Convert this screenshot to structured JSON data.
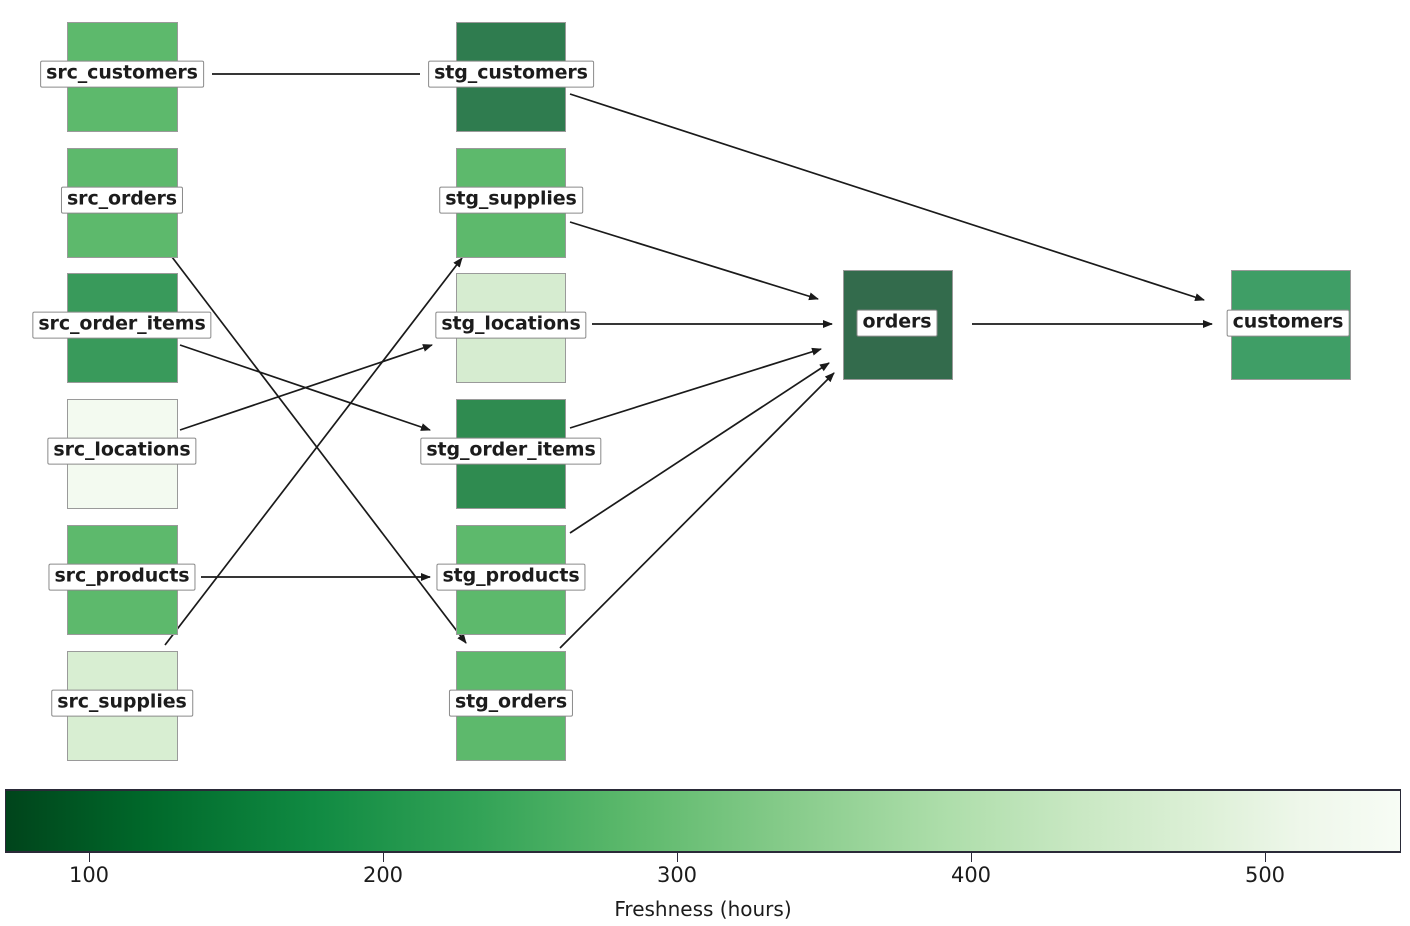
{
  "chart_data": {
    "type": "diagram",
    "subtype": "data-lineage-dag",
    "title": "",
    "colorbar": {
      "label": "Freshness (hours)",
      "ticks": [
        100,
        200,
        300,
        400,
        500
      ],
      "tick_labels": [
        "100",
        "200",
        "300",
        "400",
        "500"
      ],
      "range": [
        71,
        545
      ],
      "colormap": "Greens_reversed",
      "low_color": "#00441b",
      "high_color": "#f7fcf5",
      "orientation": "horizontal"
    },
    "layers": [
      "source",
      "staging",
      "mart"
    ],
    "nodes": [
      {
        "id": "src_customers",
        "label": "src_customers",
        "layer": "source",
        "col": 0,
        "row": 0,
        "freshness": 300,
        "color": "#5db96c"
      },
      {
        "id": "src_orders",
        "label": "src_orders",
        "layer": "source",
        "col": 0,
        "row": 1,
        "freshness": 300,
        "color": "#5db96c"
      },
      {
        "id": "src_order_items",
        "label": "src_order_items",
        "layer": "source",
        "col": 0,
        "row": 2,
        "freshness": 225,
        "color": "#399a5b"
      },
      {
        "id": "src_locations",
        "label": "src_locations",
        "layer": "source",
        "col": 0,
        "row": 3,
        "freshness": 540,
        "color": "#f3faf0"
      },
      {
        "id": "src_products",
        "label": "src_products",
        "layer": "source",
        "col": 0,
        "row": 4,
        "freshness": 300,
        "color": "#5db96c"
      },
      {
        "id": "src_supplies",
        "label": "src_supplies",
        "layer": "source",
        "col": 0,
        "row": 5,
        "freshness": 470,
        "color": "#d8eed2"
      },
      {
        "id": "stg_customers",
        "label": "stg_customers",
        "layer": "staging",
        "col": 1,
        "row": 0,
        "freshness": 215,
        "color": "#2f7c4f"
      },
      {
        "id": "stg_supplies",
        "label": "stg_supplies",
        "layer": "staging",
        "col": 1,
        "row": 1,
        "freshness": 300,
        "color": "#5db96c"
      },
      {
        "id": "stg_locations",
        "label": "stg_locations",
        "layer": "staging",
        "col": 1,
        "row": 2,
        "freshness": 465,
        "color": "#d6ecd0"
      },
      {
        "id": "stg_order_items",
        "label": "stg_order_items",
        "layer": "staging",
        "col": 1,
        "row": 3,
        "freshness": 220,
        "color": "#2f8b50"
      },
      {
        "id": "stg_products",
        "label": "stg_products",
        "layer": "staging",
        "col": 1,
        "row": 4,
        "freshness": 300,
        "color": "#5db96c"
      },
      {
        "id": "stg_orders",
        "label": "stg_orders",
        "layer": "staging",
        "col": 1,
        "row": 5,
        "freshness": 300,
        "color": "#5db96c"
      },
      {
        "id": "orders",
        "label": "orders",
        "layer": "mart",
        "col": 2,
        "row": 2,
        "freshness": 200,
        "color": "#336b4c"
      },
      {
        "id": "customers",
        "label": "customers",
        "layer": "mart",
        "col": 3,
        "row": 2,
        "freshness": 290,
        "color": "#3f9e66"
      }
    ],
    "edges": [
      {
        "from": "src_customers",
        "to": "stg_customers"
      },
      {
        "from": "src_orders",
        "to": "stg_orders"
      },
      {
        "from": "src_order_items",
        "to": "stg_order_items"
      },
      {
        "from": "src_locations",
        "to": "stg_locations"
      },
      {
        "from": "src_products",
        "to": "stg_products"
      },
      {
        "from": "src_supplies",
        "to": "stg_supplies"
      },
      {
        "from": "stg_customers",
        "to": "customers"
      },
      {
        "from": "stg_supplies",
        "to": "orders"
      },
      {
        "from": "stg_locations",
        "to": "orders"
      },
      {
        "from": "stg_order_items",
        "to": "orders"
      },
      {
        "from": "stg_products",
        "to": "orders"
      },
      {
        "from": "stg_orders",
        "to": "orders"
      },
      {
        "from": "orders",
        "to": "customers"
      }
    ]
  },
  "nodes": {
    "src_customers": {
      "label": "src_customers"
    },
    "src_orders": {
      "label": "src_orders"
    },
    "src_order_items": {
      "label": "src_order_items"
    },
    "src_locations": {
      "label": "src_locations"
    },
    "src_products": {
      "label": "src_products"
    },
    "src_supplies": {
      "label": "src_supplies"
    },
    "stg_customers": {
      "label": "stg_customers"
    },
    "stg_supplies": {
      "label": "stg_supplies"
    },
    "stg_locations": {
      "label": "stg_locations"
    },
    "stg_order_items": {
      "label": "stg_order_items"
    },
    "stg_products": {
      "label": "stg_products"
    },
    "stg_orders": {
      "label": "stg_orders"
    },
    "orders": {
      "label": "orders"
    },
    "customers": {
      "label": "customers"
    }
  },
  "colorbar": {
    "label": "Freshness (hours)",
    "ticks": [
      "100",
      "200",
      "300",
      "400",
      "500"
    ]
  }
}
